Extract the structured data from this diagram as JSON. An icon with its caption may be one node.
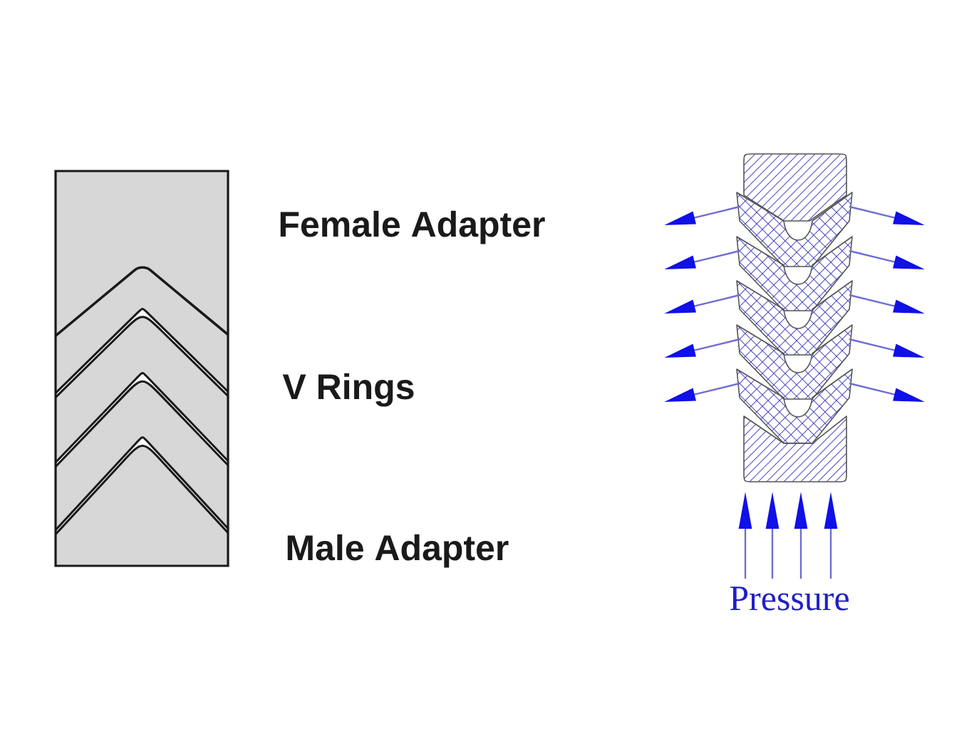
{
  "diagram": {
    "labels": [
      "Female Adapter",
      "V Rings",
      "Male Adapter",
      "Pressure"
    ]
  }
}
